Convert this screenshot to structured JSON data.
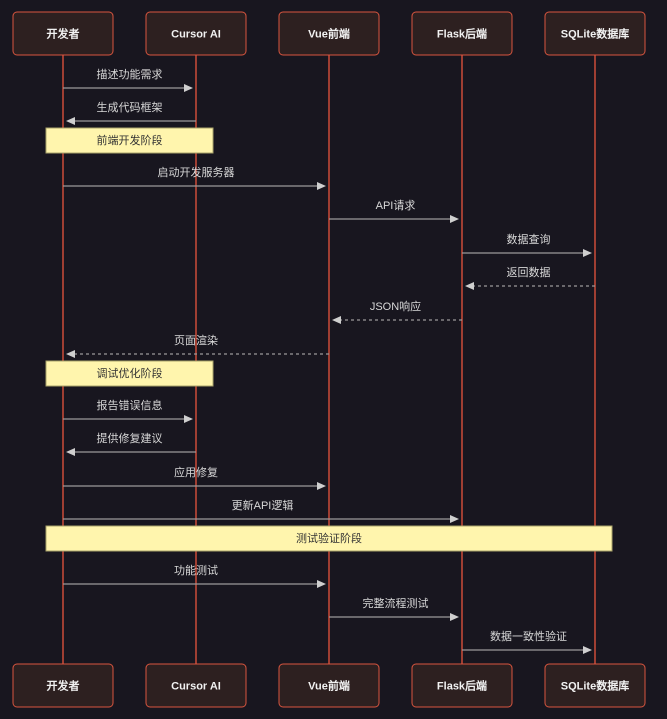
{
  "diagram": {
    "type": "sequence",
    "colors": {
      "background": "#18161f",
      "actor_fill": "#2d2020",
      "actor_border": "#d9553f",
      "lifeline": "#e8553d",
      "message_line": "#9a9a9a",
      "note_fill": "#fff5ad"
    },
    "actors": [
      {
        "id": "dev",
        "label": "开发者"
      },
      {
        "id": "cursor",
        "label": "Cursor AI"
      },
      {
        "id": "vue",
        "label": "Vue前端"
      },
      {
        "id": "flask",
        "label": "Flask后端"
      },
      {
        "id": "sqlite",
        "label": "SQLite数据库"
      }
    ],
    "steps": [
      {
        "kind": "message",
        "from": "dev",
        "to": "cursor",
        "label": "描述功能需求",
        "style": "solid"
      },
      {
        "kind": "message",
        "from": "cursor",
        "to": "dev",
        "label": "生成代码框架",
        "style": "solid"
      },
      {
        "kind": "note",
        "over": [
          "dev",
          "cursor"
        ],
        "label": "前端开发阶段"
      },
      {
        "kind": "message",
        "from": "dev",
        "to": "vue",
        "label": "启动开发服务器",
        "style": "solid"
      },
      {
        "kind": "message",
        "from": "vue",
        "to": "flask",
        "label": "API请求",
        "style": "solid"
      },
      {
        "kind": "message",
        "from": "flask",
        "to": "sqlite",
        "label": "数据查询",
        "style": "solid"
      },
      {
        "kind": "message",
        "from": "sqlite",
        "to": "flask",
        "label": "返回数据",
        "style": "dashed"
      },
      {
        "kind": "message",
        "from": "flask",
        "to": "vue",
        "label": "JSON响应",
        "style": "dashed"
      },
      {
        "kind": "message",
        "from": "vue",
        "to": "dev",
        "label": "页面渲染",
        "style": "dashed"
      },
      {
        "kind": "note",
        "over": [
          "dev",
          "cursor"
        ],
        "label": "调试优化阶段"
      },
      {
        "kind": "message",
        "from": "dev",
        "to": "cursor",
        "label": "报告错误信息",
        "style": "solid"
      },
      {
        "kind": "message",
        "from": "cursor",
        "to": "dev",
        "label": "提供修复建议",
        "style": "solid"
      },
      {
        "kind": "message",
        "from": "dev",
        "to": "vue",
        "label": "应用修复",
        "style": "solid"
      },
      {
        "kind": "message",
        "from": "dev",
        "to": "flask",
        "label": "更新API逻辑",
        "style": "solid"
      },
      {
        "kind": "note",
        "over": [
          "dev",
          "sqlite"
        ],
        "label": "测试验证阶段"
      },
      {
        "kind": "message",
        "from": "dev",
        "to": "vue",
        "label": "功能测试",
        "style": "solid"
      },
      {
        "kind": "message",
        "from": "vue",
        "to": "flask",
        "label": "完整流程测试",
        "style": "solid"
      },
      {
        "kind": "message",
        "from": "flask",
        "to": "sqlite",
        "label": "数据一致性验证",
        "style": "solid"
      }
    ]
  }
}
